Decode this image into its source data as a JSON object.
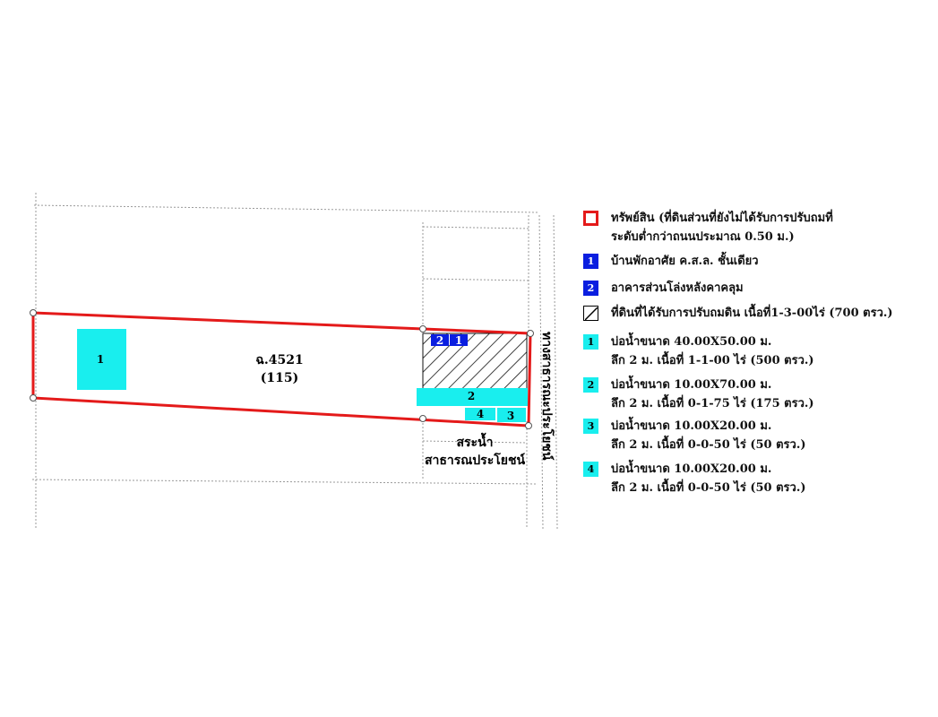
{
  "map": {
    "parcel": {
      "deed": "ฉ.4521",
      "number": "(115)"
    },
    "pond_labels": [
      "1",
      "2",
      "3",
      "4"
    ],
    "building_labels": [
      "2",
      "1"
    ],
    "public_pond": {
      "line1": "สระน้ำ",
      "line2": "สาธารณประโยชน์"
    },
    "road_label": "ทางสาธารณะประโยชน์"
  },
  "legend": {
    "items": [
      {
        "symbol": "red-outline",
        "color": "#e41a1a",
        "badge": "",
        "lines": [
          "ทรัพย์สิน (ที่ดินส่วนที่ยังไม่ได้รับการปรับถมที่",
          "ระดับต่ำกว่าถนนประมาณ 0.50 ม.)"
        ]
      },
      {
        "symbol": "blue-box",
        "color": "#0a1ee0",
        "badge": "1",
        "lines": [
          "บ้านพักอาศัย ค.ส.ล. ชั้นเดียว"
        ]
      },
      {
        "symbol": "blue-box",
        "color": "#0a1ee0",
        "badge": "2",
        "lines": [
          "อาคารส่วนโล่งหลังคาคลุม"
        ]
      },
      {
        "symbol": "hatch",
        "color": "#000000",
        "badge": "",
        "lines": [
          "ที่ดินที่ได้รับการปรับถมดิน เนื้อที่1-3-00ไร่ (700 ตรว.)"
        ]
      },
      {
        "symbol": "cyan-box",
        "color": "#19eeee",
        "badge": "1",
        "lines": [
          "บ่อน้ำขนาด 40.00X50.00 ม.",
          "ลึก 2 ม. เนื้อที่ 1-1-00 ไร่ (500 ตรว.)"
        ]
      },
      {
        "symbol": "cyan-box",
        "color": "#19eeee",
        "badge": "2",
        "lines": [
          "บ่อน้ำขนาด 10.00X70.00 ม.",
          "ลึก 2 ม. เนื้อที่ 0-1-75 ไร่ (175 ตรว.)"
        ]
      },
      {
        "symbol": "cyan-box",
        "color": "#19eeee",
        "badge": "3",
        "lines": [
          "บ่อน้ำขนาด 10.00X20.00 ม.",
          "ลึก 2 ม. เนื้อที่ 0-0-50 ไร่ (50 ตรว.)"
        ]
      },
      {
        "symbol": "cyan-box",
        "color": "#19eeee",
        "badge": "4",
        "lines": [
          "บ่อน้ำขนาด 10.00X20.00 ม.",
          "ลึก 2 ม. เนื้อที่ 0-0-50 ไร่ (50 ตรว.)"
        ]
      }
    ]
  }
}
